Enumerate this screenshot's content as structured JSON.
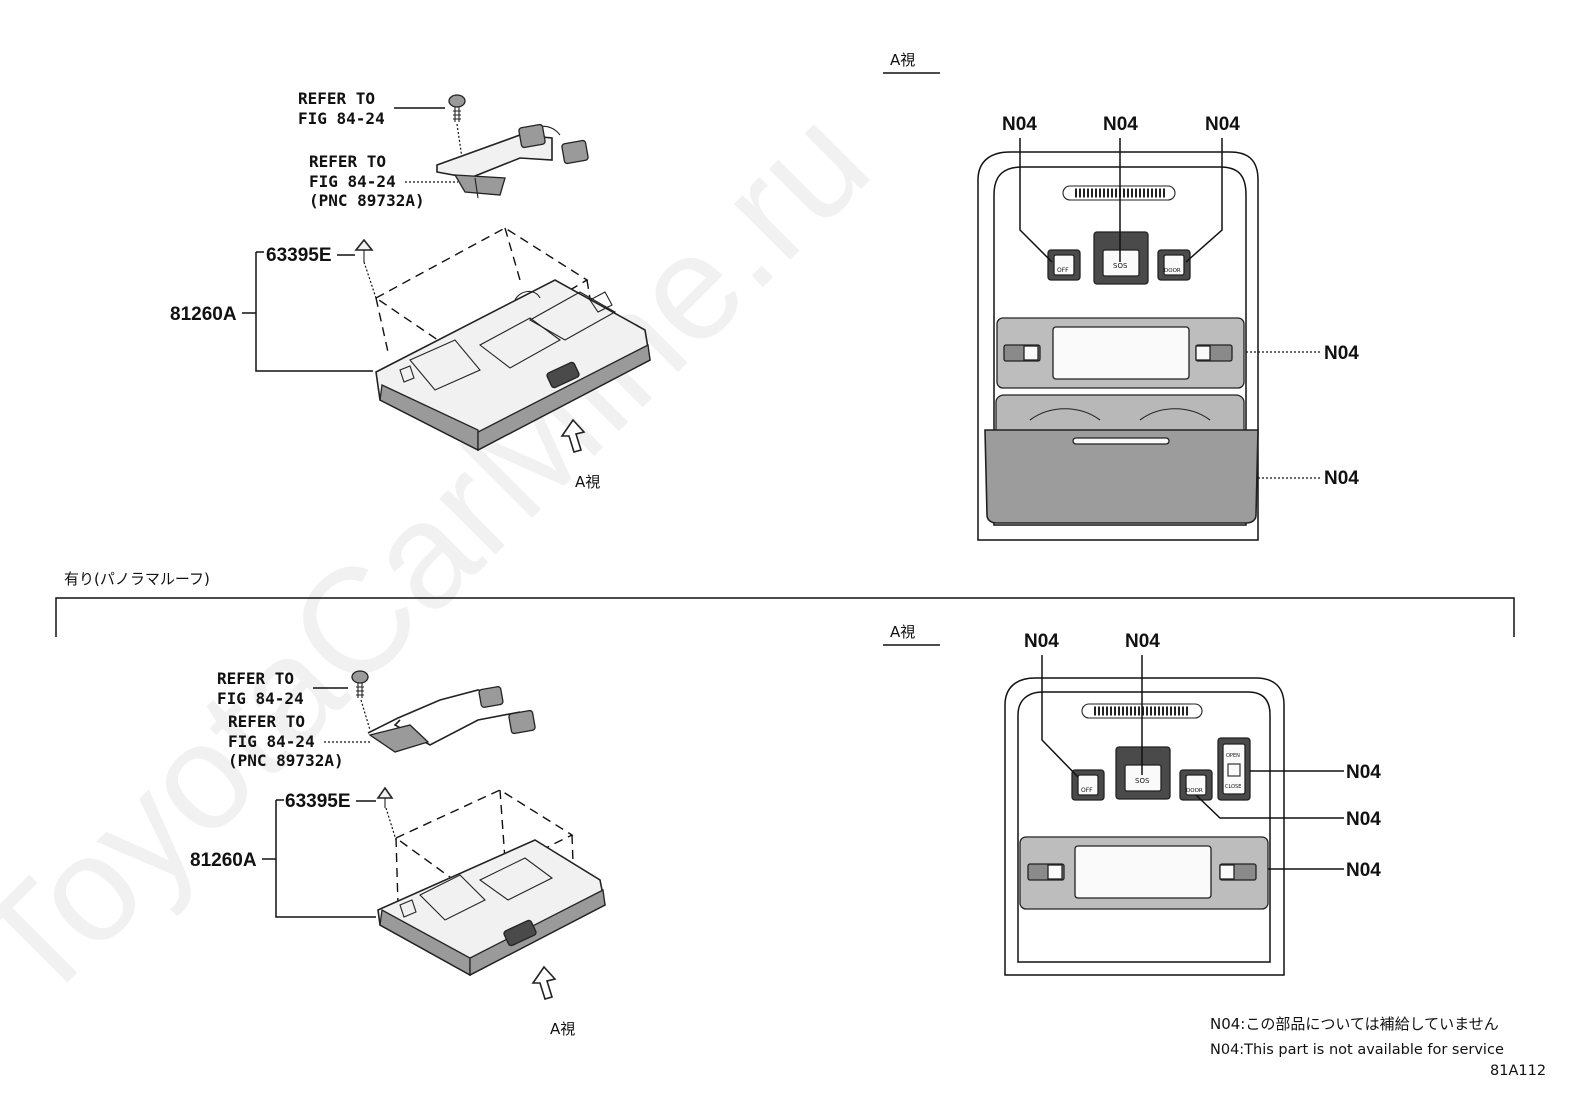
{
  "watermark": "ToyotaCarMine.ru",
  "view_label": "A視",
  "section_label": "有り(パノラマルーフ)",
  "part_numbers": {
    "console": "81260A",
    "clip": "63395E",
    "not_available_code": "N04"
  },
  "references": {
    "screw_line1": "REFER TO",
    "screw_line2": "FIG 84-24",
    "harness_line1": "REFER TO",
    "harness_line2": "FIG 84-24",
    "harness_line3": "(PNC 89732A)"
  },
  "switch_labels": {
    "off": "OFF",
    "sos": "SOS",
    "door": "DOOR",
    "open": "OPEN",
    "close": "CLOSE"
  },
  "notes": {
    "jp": "N04:この部品については補給していません",
    "en": "N04:This part is not available for service"
  },
  "figure_id": "81A112"
}
